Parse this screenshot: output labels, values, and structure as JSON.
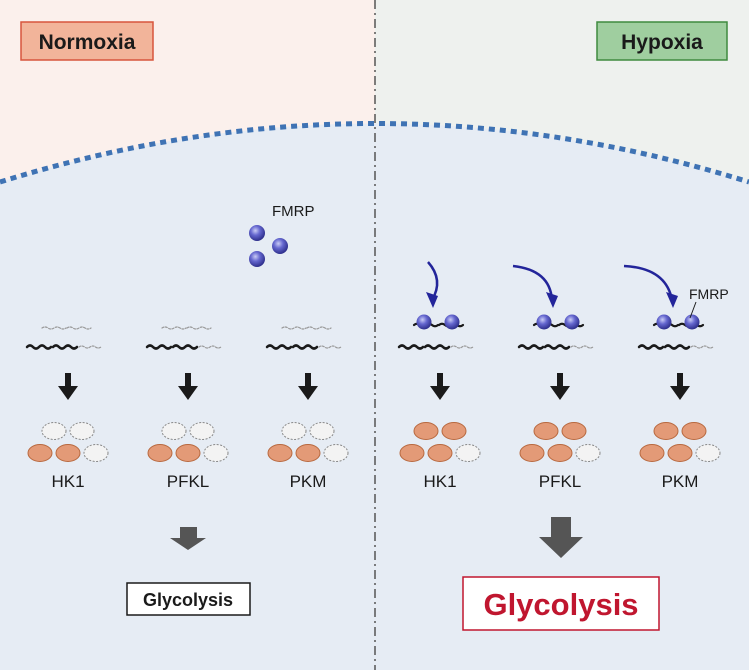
{
  "normoxia": {
    "title": "Normoxia",
    "title_bg": "#f2b49a",
    "title_border": "#d8553c",
    "background": "#fbf0ec",
    "fmrp_label": "FMRP",
    "genes": [
      "HK1",
      "PFKL",
      "PKM"
    ],
    "glycolysis_label": "Glycolysis"
  },
  "hypoxia": {
    "title": "Hypoxia",
    "title_bg": "#9fce9f",
    "title_border": "#3f8a3f",
    "background": "#eef1ee",
    "fmrp_label": "FMRP",
    "genes": [
      "HK1",
      "PFKL",
      "PKM"
    ],
    "glycolysis_label": "Glycolysis",
    "glycolysis_color": "#c0162f"
  },
  "colors": {
    "cell_fill": "#e6ecf4",
    "membrane": "#3f73b4",
    "divider": "#555555",
    "protein": "#e39a77",
    "protein_outline": "#b8693f",
    "fmrp": "#5a5cc2",
    "arrow": "#1a1a1a",
    "gray_arrow": "#555555",
    "blue_arrow": "#23259a"
  }
}
